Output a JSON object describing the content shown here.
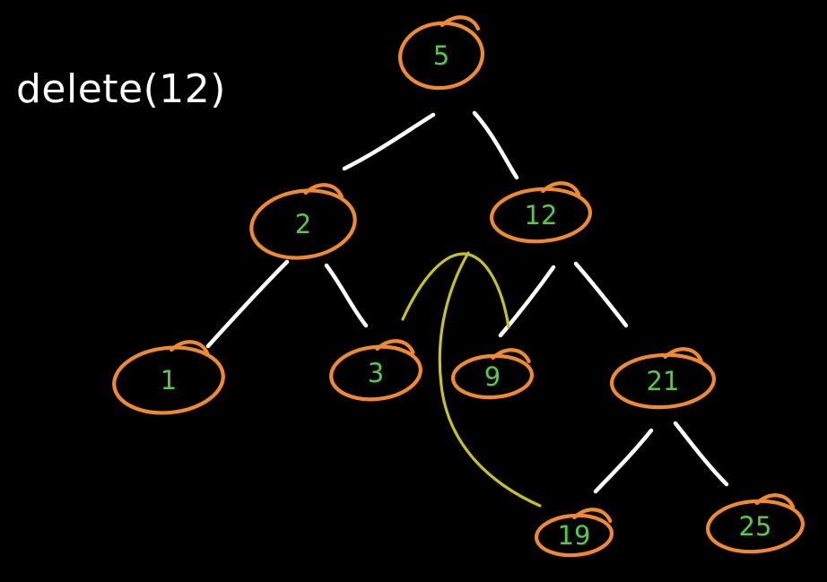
{
  "title": "delete(12)",
  "colors": {
    "background": "#000000",
    "text": "#ffffff",
    "node_outline": "#f08a30",
    "node_value": "#58c84a",
    "edge": "#ffffff",
    "annotation_arc": "#c6c12a"
  },
  "tree": {
    "nodes": [
      {
        "id": "n5",
        "value": "5"
      },
      {
        "id": "n2",
        "value": "2"
      },
      {
        "id": "n12",
        "value": "12"
      },
      {
        "id": "n1",
        "value": "1"
      },
      {
        "id": "n3",
        "value": "3"
      },
      {
        "id": "n9",
        "value": "9"
      },
      {
        "id": "n21",
        "value": "21"
      },
      {
        "id": "n19",
        "value": "19"
      },
      {
        "id": "n25",
        "value": "25"
      }
    ],
    "edges": [
      {
        "from": "n5",
        "to": "n2"
      },
      {
        "from": "n5",
        "to": "n12"
      },
      {
        "from": "n2",
        "to": "n1"
      },
      {
        "from": "n2",
        "to": "n3"
      },
      {
        "from": "n12",
        "to": "n9"
      },
      {
        "from": "n12",
        "to": "n21"
      },
      {
        "from": "n21",
        "to": "n19"
      },
      {
        "from": "n21",
        "to": "n25"
      }
    ],
    "annotations": [
      {
        "id": "arc-3-9",
        "from": "n3",
        "to": "n9"
      },
      {
        "id": "arc-19-9",
        "from": "n19",
        "to": "n9"
      }
    ]
  }
}
